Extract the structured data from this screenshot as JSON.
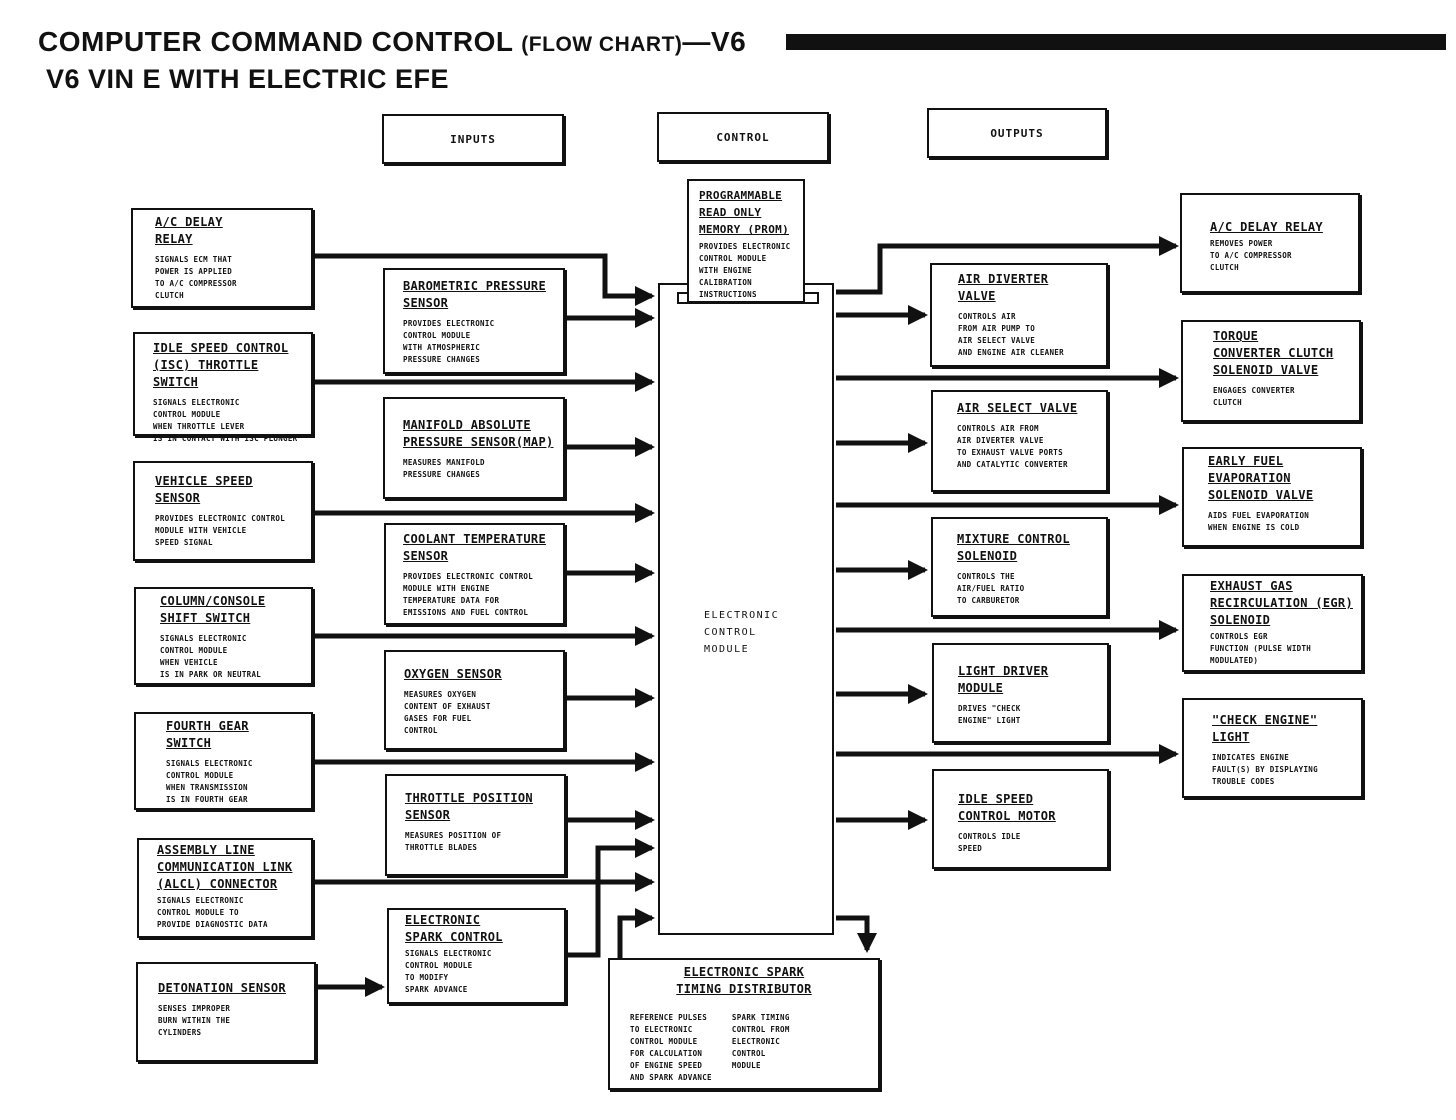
{
  "title": {
    "line1_main": "COMPUTER COMMAND CONTROL",
    "line1_paren": "(FLOW CHART)",
    "line1_tail": "—V6",
    "line2": "V6 VIN E WITH ELECTRIC EFE"
  },
  "headers": {
    "inputs": "INPUTS",
    "control": "CONTROL",
    "outputs": "OUTPUTS"
  },
  "prom": {
    "title": "PROGRAMMABLE\nREAD ONLY\nMEMORY (PROM)",
    "desc": "PROVIDES ELECTRONIC\nCONTROL MODULE\nWITH ENGINE\nCALIBRATION\nINSTRUCTIONS"
  },
  "ecm": {
    "label": "ELECTRONIC\nCONTROL\nMODULE"
  },
  "inputs_left": [
    {
      "title": "A/C DELAY\nRELAY",
      "desc": "SIGNALS ECM THAT\nPOWER IS APPLIED\nTO A/C COMPRESSOR\nCLUTCH"
    },
    {
      "title": "IDLE SPEED CONTROL\n(ISC) THROTTLE SWITCH",
      "desc": "SIGNALS ELECTRONIC\nCONTROL MODULE\nWHEN THROTTLE LEVER\nIS IN CONTACT WITH ISC PLUNGER"
    },
    {
      "title": "VEHICLE SPEED\nSENSOR",
      "desc": "PROVIDES ELECTRONIC CONTROL\nMODULE WITH VEHICLE\nSPEED SIGNAL"
    },
    {
      "title": "COLUMN/CONSOLE\nSHIFT SWITCH",
      "desc": "SIGNALS ELECTRONIC\nCONTROL MODULE\nWHEN VEHICLE\nIS IN PARK OR NEUTRAL"
    },
    {
      "title": "FOURTH GEAR\nSWITCH",
      "desc": "SIGNALS ELECTRONIC\nCONTROL MODULE\nWHEN TRANSMISSION\nIS IN FOURTH GEAR"
    },
    {
      "title": "ASSEMBLY LINE\nCOMMUNICATION LINK\n(ALCL) CONNECTOR",
      "desc": "SIGNALS ELECTRONIC\nCONTROL MODULE TO\nPROVIDE DIAGNOSTIC DATA"
    },
    {
      "title": "DETONATION SENSOR",
      "desc": "SENSES IMPROPER\nBURN WITHIN THE\nCYLINDERS"
    }
  ],
  "inputs_mid": [
    {
      "title": "BAROMETRIC PRESSURE\nSENSOR",
      "desc": "PROVIDES ELECTRONIC\nCONTROL MODULE\nWITH ATMOSPHERIC\nPRESSURE CHANGES"
    },
    {
      "title": "MANIFOLD ABSOLUTE\nPRESSURE SENSOR(MAP)",
      "desc": "MEASURES MANIFOLD\nPRESSURE CHANGES"
    },
    {
      "title": "COOLANT TEMPERATURE\nSENSOR",
      "desc": "PROVIDES ELECTRONIC CONTROL\nMODULE WITH ENGINE\nTEMPERATURE DATA FOR\nEMISSIONS AND FUEL CONTROL"
    },
    {
      "title": "OXYGEN SENSOR",
      "desc": "MEASURES OXYGEN\nCONTENT OF EXHAUST\nGASES FOR FUEL\nCONTROL"
    },
    {
      "title": "THROTTLE POSITION\nSENSOR",
      "desc": "MEASURES POSITION OF\nTHROTTLE BLADES"
    },
    {
      "title": "ELECTRONIC\nSPARK CONTROL",
      "desc": "SIGNALS ELECTRONIC\nCONTROL MODULE\nTO MODIFY\nSPARK ADVANCE"
    }
  ],
  "outputs_mid": [
    {
      "title": "AIR DIVERTER\nVALVE",
      "desc": "CONTROLS AIR\nFROM AIR PUMP TO\nAIR SELECT VALVE\nAND ENGINE AIR CLEANER"
    },
    {
      "title": "AIR SELECT VALVE",
      "desc": "CONTROLS AIR FROM\nAIR DIVERTER VALVE\nTO EXHAUST VALVE PORTS\nAND CATALYTIC CONVERTER"
    },
    {
      "title": "MIXTURE CONTROL\nSOLENOID",
      "desc": "CONTROLS THE\nAIR/FUEL RATIO\nTO CARBURETOR"
    },
    {
      "title": "LIGHT DRIVER\nMODULE",
      "desc": "DRIVES \"CHECK\nENGINE\" LIGHT"
    },
    {
      "title": "IDLE SPEED\nCONTROL MOTOR",
      "desc": "CONTROLS IDLE\nSPEED"
    }
  ],
  "outputs_right": [
    {
      "title": "A/C DELAY RELAY",
      "desc": "REMOVES POWER\nTO A/C COMPRESSOR\nCLUTCH"
    },
    {
      "title": "TORQUE\nCONVERTER CLUTCH\nSOLENOID VALVE",
      "desc": "ENGAGES CONVERTER\nCLUTCH"
    },
    {
      "title": "EARLY FUEL\nEVAPORATION\nSOLENOID VALVE",
      "desc": "AIDS FUEL EVAPORATION\nWHEN ENGINE IS COLD"
    },
    {
      "title": "EXHAUST GAS\nRECIRCULATION (EGR)\nSOLENOID",
      "desc": "CONTROLS EGR\nFUNCTION (PULSE WIDTH\nMODULATED)"
    },
    {
      "title": "\"CHECK ENGINE\"\nLIGHT",
      "desc": "INDICATES ENGINE\nFAULT(S) BY DISPLAYING\nTROUBLE CODES"
    }
  ],
  "distributor": {
    "title": "ELECTRONIC SPARK\nTIMING DISTRIBUTOR",
    "desc_left": "REFERENCE PULSES\nTO ELECTRONIC\nCONTROL MODULE\nFOR CALCULATION\nOF ENGINE SPEED\nAND SPARK ADVANCE",
    "desc_right": "SPARK TIMING\nCONTROL FROM\nELECTRONIC\nCONTROL\nMODULE"
  }
}
